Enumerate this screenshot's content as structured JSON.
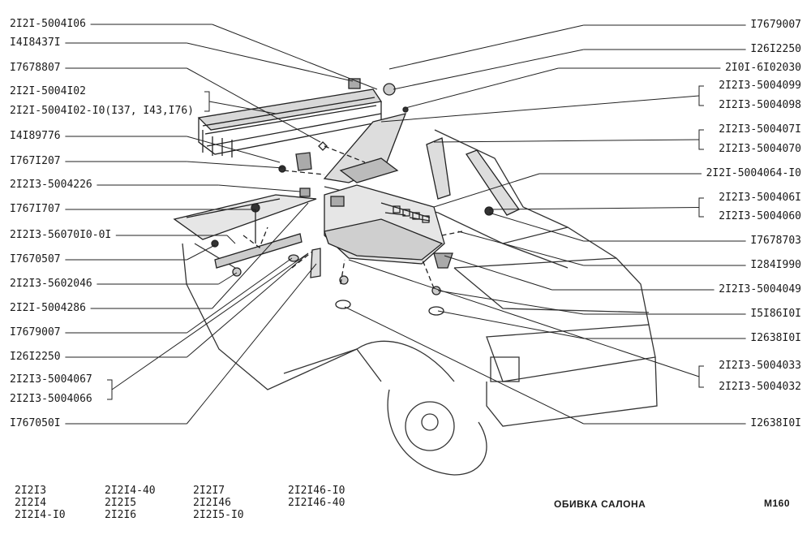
{
  "labels_left": [
    "2I2I-5004I06",
    "I4I8437I",
    "I7678807",
    "2I2I-5004I02",
    "2I2I-5004I02-I0(I37, I43,I76)",
    "I4I89776",
    "I767I207",
    "2I2I3-5004226",
    "I767I707",
    "2I2I3-56070I0-0I",
    "I7670507",
    "2I2I3-5602046",
    "2I2I-5004286",
    "I7679007",
    "I26I2250",
    "2I2I3-5004067",
    "2I2I3-5004066",
    "I767050I"
  ],
  "labels_right": [
    "I7679007",
    "I26I2250",
    "2I0I-6I02030",
    "2I2I3-5004099",
    "2I2I3-5004098",
    "2I2I3-500407I",
    "2I2I3-5004070",
    "2I2I-5004064-I0",
    "2I2I3-500406I",
    "2I2I3-5004060",
    "I7678703",
    "I284I990",
    "2I2I3-5004049",
    "I5I86I0I",
    "I2638I0I",
    "2I2I3-5004033",
    "2I2I3-5004032",
    "I2638I0I"
  ],
  "footer": {
    "models": [
      [
        "2I2I3",
        "2I2I4",
        "2I2I4-I0"
      ],
      [
        "2I2I4-40",
        "2I2I5",
        "2I2I6"
      ],
      [
        "2I2I7",
        "2I2I46",
        "2I2I5-I0"
      ],
      [
        "2I2I46-I0",
        "2I2I46-40"
      ]
    ],
    "title": "ОБИВКА САЛОНА",
    "code": "М160"
  }
}
